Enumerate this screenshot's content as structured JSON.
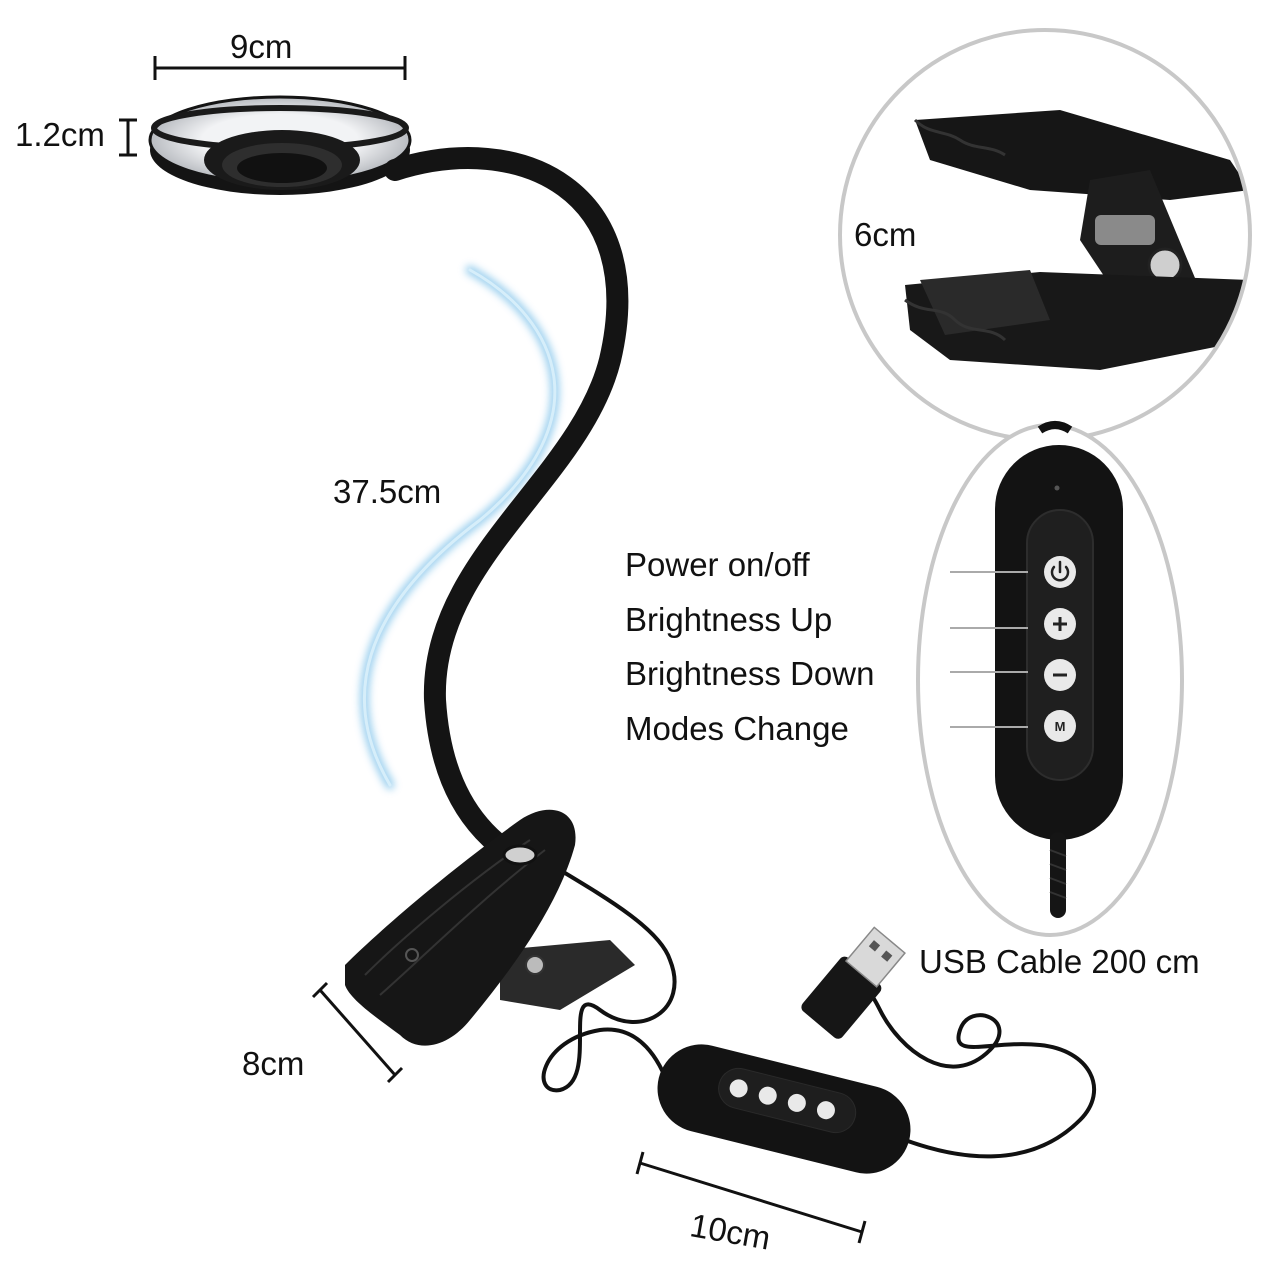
{
  "dimensions": {
    "head_width": "9cm",
    "head_thickness": "1.2cm",
    "gooseneck_length": "37.5cm",
    "clip_width": "8cm",
    "clip_opening": "6cm",
    "controller_length": "10cm",
    "cable": "USB Cable 200 cm"
  },
  "controller": {
    "features": [
      {
        "label": "Power on/off",
        "icon": "power-icon"
      },
      {
        "label": "Brightness Up",
        "icon": "plus-icon"
      },
      {
        "label": "Brightness Down",
        "icon": "minus-icon"
      },
      {
        "label": "Modes Change",
        "icon": "mode-m-icon",
        "glyph": "M"
      }
    ]
  },
  "colors": {
    "product": "#141414",
    "ring_silver": "#c9ccd1",
    "light_glow": "#8ec9ec",
    "button": "#e9e9e9",
    "dimension_line": "#111111",
    "leader_line": "#aaaaaa"
  }
}
